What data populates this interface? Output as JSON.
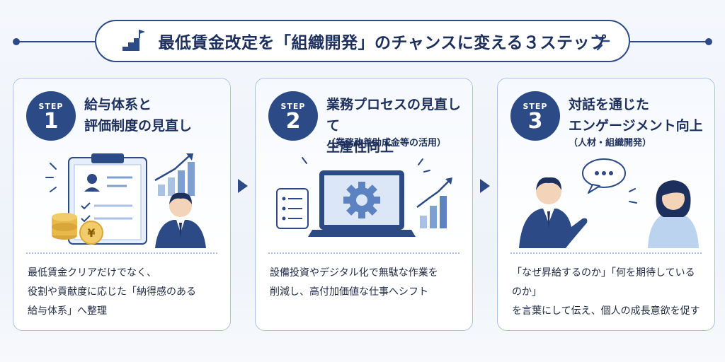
{
  "title": {
    "text": "最低賃金改定を「組織開発」のチャンスに変える３ステップ",
    "icon": "stairs-flag-icon"
  },
  "colors": {
    "navy": "#2b4a86",
    "card_border": "#a9c2e3",
    "light_blue": "#c9daf2",
    "background": "#f4f7fc"
  },
  "steps": [
    {
      "step_label": "STEP",
      "number": "1",
      "heading_line1": "給与体系と",
      "heading_line2": "評価制度の見直し",
      "subheading": "",
      "illustration": "clipboard-coins-businessman-icon",
      "desc_line1": "最低賃金クリアだけでなく、",
      "desc_line2": "役割や貢献度に応じた「納得感のある",
      "desc_line3": "給与体系」へ整理"
    },
    {
      "step_label": "STEP",
      "number": "2",
      "heading_line1": "業務プロセスの見直して",
      "heading_line2": "生産性向上",
      "subheading": "（業務改善助成金等の活用）",
      "illustration": "laptop-gear-chart-icon",
      "desc_line1": "設備投資やデジタル化で無駄な作業を",
      "desc_line2": "削減し、高付加価値な仕事へシフト",
      "desc_line3": ""
    },
    {
      "step_label": "STEP",
      "number": "3",
      "heading_line1": "対話を通じた",
      "heading_line2": "エンゲージメント向上",
      "subheading": "（人材・組織開発）",
      "illustration": "two-people-dialogue-icon",
      "desc_line1": "「なぜ昇給するのか」「何を期待しているのか」",
      "desc_line2": "を言葉にして伝え、個人の成長意欲を促す",
      "desc_line3": ""
    }
  ],
  "coin_symbol": "¥"
}
